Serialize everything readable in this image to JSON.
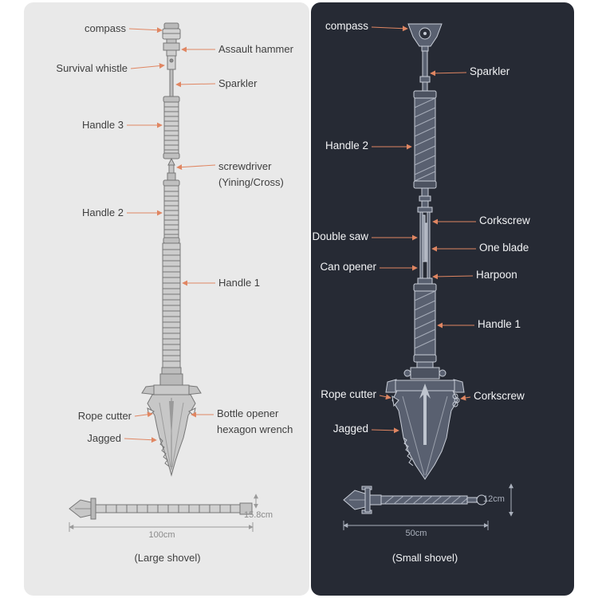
{
  "accent_color": "#e08662",
  "large_panel": {
    "bg_color": "#e9e9e9",
    "caption": "(Large shovel)",
    "labels": {
      "compass": "compass",
      "assault_hammer": "Assault hammer",
      "survival_whistle": "Survival whistle",
      "sparkler": "Sparkler",
      "handle_3": "Handle 3",
      "screwdriver": "screwdriver",
      "screwdriver_sub": "(Yining/Cross)",
      "handle_2": "Handle 2",
      "handle_1": "Handle 1",
      "rope_cutter": "Rope cutter",
      "bottle_opener": "Bottle opener",
      "bottle_opener_sub": "hexagon wrench",
      "jagged": "Jagged"
    },
    "dims": {
      "height": "15.8cm",
      "length": "100cm"
    }
  },
  "small_panel": {
    "bg_color": "#262a34",
    "caption": "(Small shovel)",
    "labels": {
      "compass": "compass",
      "sparkler": "Sparkler",
      "handle_2": "Handle 2",
      "corkscrew_top": "Corkscrew",
      "double_saw": "Double saw",
      "one_blade": "One blade",
      "can_opener": "Can opener",
      "harpoon": "Harpoon",
      "handle_1": "Handle 1",
      "rope_cutter": "Rope cutter",
      "corkscrew_bottom": "Corkscrew",
      "jagged": "Jagged"
    },
    "dims": {
      "height": "12cm",
      "length": "50cm"
    }
  }
}
